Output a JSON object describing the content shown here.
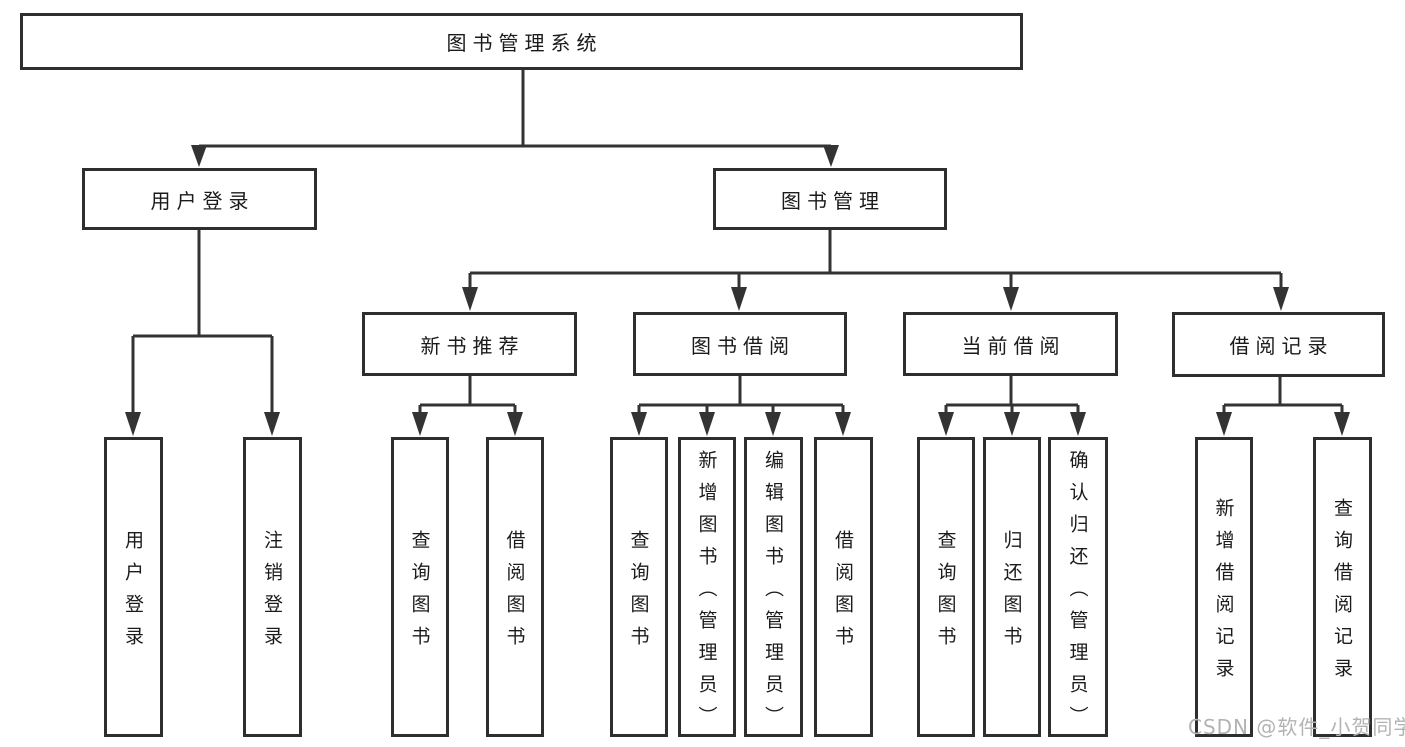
{
  "tree": {
    "label": "图书管理系统",
    "children": [
      {
        "label": "用户登录",
        "children": [
          {
            "label": "用户登录"
          },
          {
            "label": "注销登录"
          }
        ]
      },
      {
        "label": "图书管理",
        "children": [
          {
            "label": "新书推荐",
            "children": [
              {
                "label": "查询图书"
              },
              {
                "label": "借阅图书"
              }
            ]
          },
          {
            "label": "图书借阅",
            "children": [
              {
                "label": "查询图书"
              },
              {
                "label": "新增图书（管理员）"
              },
              {
                "label": "编辑图书（管理员）"
              },
              {
                "label": "借阅图书"
              }
            ]
          },
          {
            "label": "当前借阅",
            "children": [
              {
                "label": "查询图书"
              },
              {
                "label": "归还图书"
              },
              {
                "label": "确认归还（管理员）"
              }
            ]
          },
          {
            "label": "借阅记录",
            "children": [
              {
                "label": "新增借阅记录"
              },
              {
                "label": "查询借阅记录"
              }
            ]
          }
        ]
      }
    ]
  },
  "watermark": {
    "text": "CSDN @软件_小贺同学"
  },
  "colors": {
    "background": "#ffffff",
    "line": "#333333",
    "border": "#2e2e2e",
    "text": "#1b1b1b",
    "watermark": "#b3b3b3"
  }
}
